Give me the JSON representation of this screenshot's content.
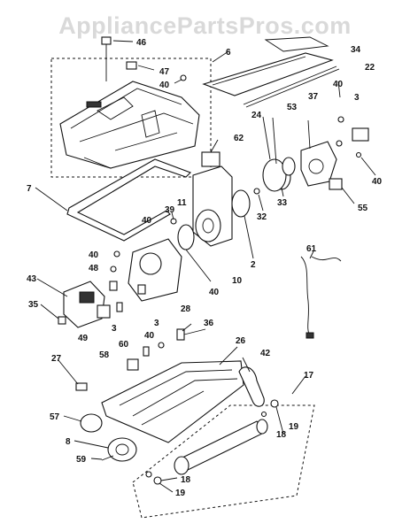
{
  "watermark": "AppliancePartsPros.com",
  "part_labels": {
    "p46": "46",
    "p47": "47",
    "p40a": "40",
    "p6": "6",
    "p34": "34",
    "p3a": "3",
    "p22": "22",
    "p40b": "40",
    "p37": "37",
    "p53": "53",
    "p24": "24",
    "p62": "62",
    "p7": "7",
    "p40c": "40",
    "p55": "55",
    "p33": "33",
    "p32": "32",
    "p39": "39",
    "p11": "11",
    "p40d": "40",
    "p2": "2",
    "p61": "61",
    "p40e": "40",
    "p48": "48",
    "p43": "43",
    "p35": "35",
    "p49": "49",
    "p28": "28",
    "p10": "10",
    "p40f": "40",
    "p3b": "3",
    "p3c": "3",
    "p40g": "40",
    "p36": "36",
    "p60": "60",
    "p58": "58",
    "p26": "26",
    "p42": "42",
    "p17": "17",
    "p27": "27",
    "p19a": "19",
    "p57": "57",
    "p18a": "18",
    "p8": "8",
    "p59": "59",
    "p18b": "18",
    "p19b": "19"
  }
}
